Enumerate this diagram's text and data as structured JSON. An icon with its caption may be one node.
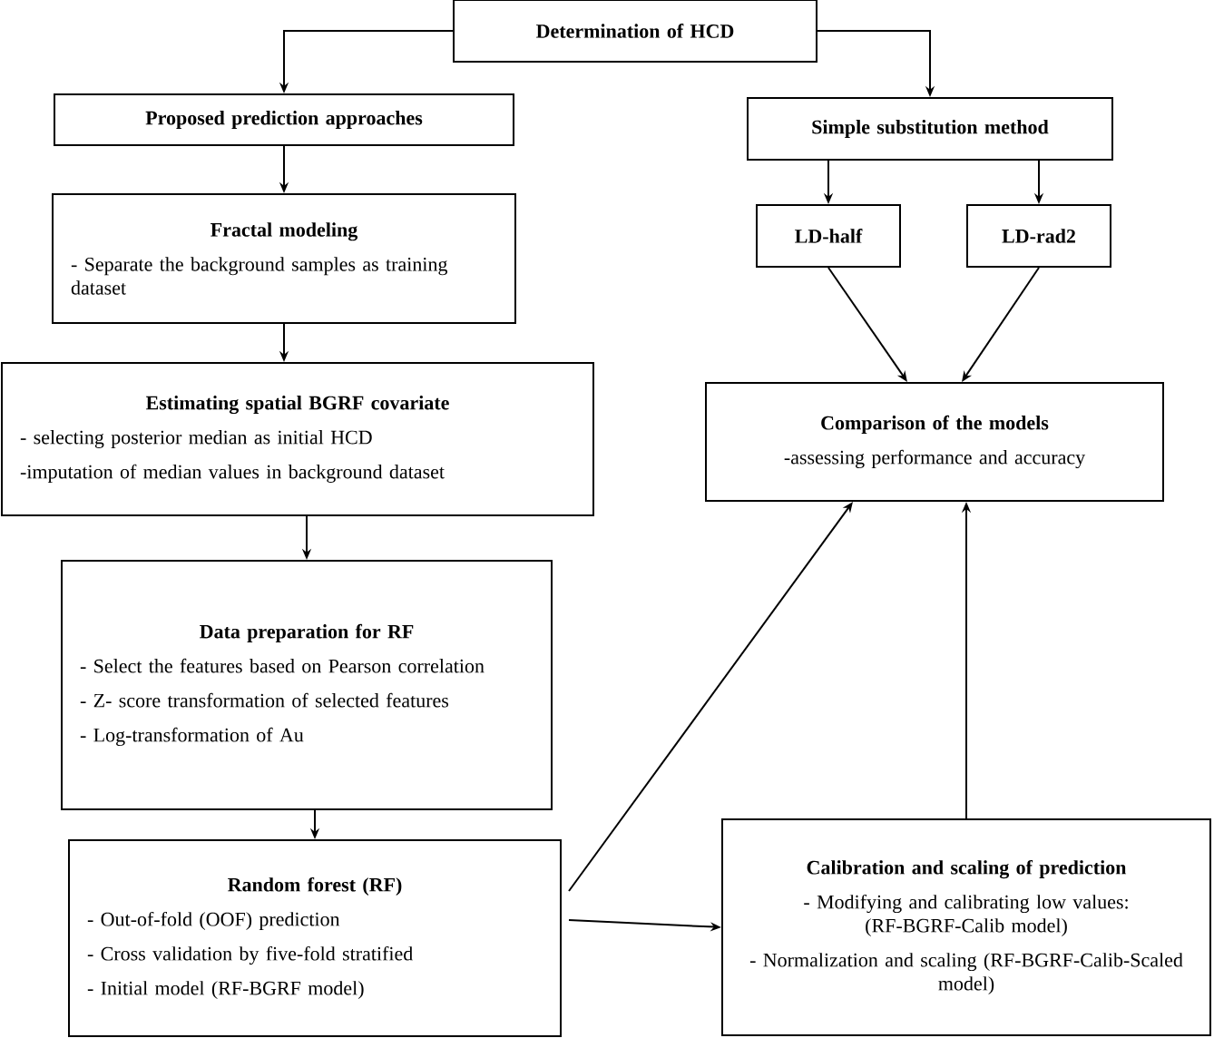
{
  "diagram": {
    "nodes": [
      {
        "text": [
          "Determination of HCD"
        ]
      },
      {
        "text": [
          "Proposed prediction approaches"
        ]
      },
      {
        "text": [
          "Simple substitution method"
        ]
      },
      {
        "text": [
          "LD-half"
        ]
      },
      {
        "text": [
          "LD-rad2"
        ]
      },
      {
        "text": [
          "Fractal modeling",
          "- Separate the background samples as training dataset"
        ]
      },
      {
        "text": [
          "Estimating spatial BGRF covariate",
          "- selecting posterior median as initial HCD",
          "-imputation of median values in background dataset"
        ]
      },
      {
        "text": [
          "Comparison of the models",
          "-assessing performance and accuracy"
        ]
      },
      {
        "text": [
          "Data preparation for RF",
          "- Select the features based on Pearson correlation",
          "- Z- score transformation of selected features",
          "- Log-transformation of Au"
        ]
      },
      {
        "text": [
          "Random forest (RF)",
          "- Out-of-fold (OOF) prediction",
          "- Cross validation by five-fold stratified",
          "- Initial model (RF-BGRF model)"
        ]
      },
      {
        "text": [
          "Calibration and scaling of prediction",
          "- Modifying and calibrating low values: (RF-BGRF-Calib model)",
          "- Normalization and scaling (RF-BGRF-Calib-Scaled model)"
        ]
      }
    ],
    "edges": [
      {
        "from": 0,
        "to": 1,
        "arrow": "to"
      },
      {
        "from": 0,
        "to": 2,
        "arrow": "to"
      },
      {
        "from": 1,
        "to": 5,
        "arrow": "to"
      },
      {
        "from": 2,
        "to": 3,
        "arrow": "to"
      },
      {
        "from": 2,
        "to": 4,
        "arrow": "to"
      },
      {
        "from": 5,
        "to": 6,
        "arrow": "to"
      },
      {
        "from": 3,
        "to": 7,
        "arrow": "to"
      },
      {
        "from": 4,
        "to": 7,
        "arrow": "to"
      },
      {
        "from": 6,
        "to": 8,
        "arrow": "to"
      },
      {
        "from": 8,
        "to": 9,
        "arrow": "to"
      },
      {
        "from": 9,
        "to": 7,
        "arrow": "to"
      },
      {
        "from": 9,
        "to": 10,
        "arrow": "to"
      },
      {
        "from": 10,
        "to": 7,
        "arrow": "to"
      }
    ]
  }
}
